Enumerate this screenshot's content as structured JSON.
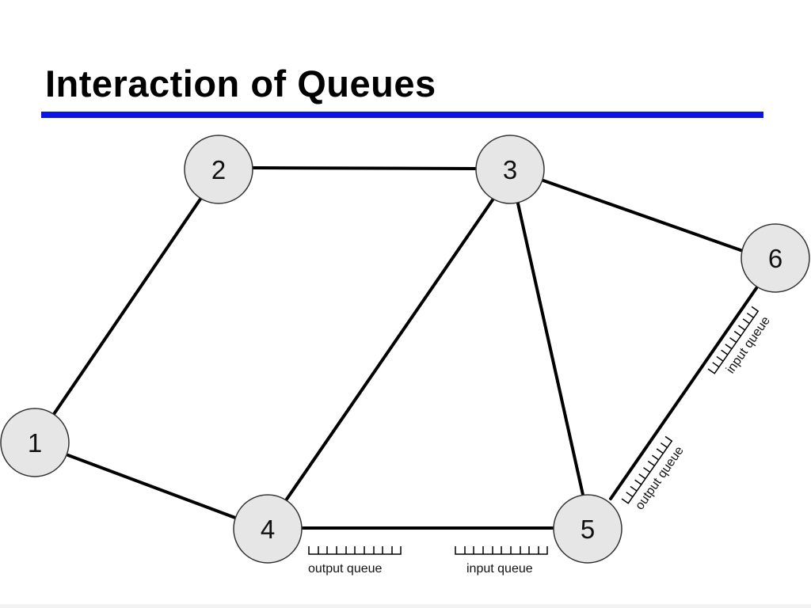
{
  "slide": {
    "title": "Interaction of Queues",
    "accent_color": "#0a14e6"
  },
  "diagram": {
    "nodes": [
      {
        "id": "1",
        "label": "1"
      },
      {
        "id": "2",
        "label": "2"
      },
      {
        "id": "3",
        "label": "3"
      },
      {
        "id": "4",
        "label": "4"
      },
      {
        "id": "5",
        "label": "5"
      },
      {
        "id": "6",
        "label": "6"
      }
    ],
    "edges": [
      {
        "from": "1",
        "to": "2"
      },
      {
        "from": "2",
        "to": "3"
      },
      {
        "from": "1",
        "to": "4"
      },
      {
        "from": "3",
        "to": "4"
      },
      {
        "from": "3",
        "to": "5"
      },
      {
        "from": "3",
        "to": "6"
      },
      {
        "from": "4",
        "to": "5"
      },
      {
        "from": "5",
        "to": "6"
      }
    ],
    "queues": [
      {
        "label": "output queue",
        "link": "4-5",
        "at": "4"
      },
      {
        "label": "input queue",
        "link": "4-5",
        "at": "5"
      },
      {
        "label": "output queue",
        "link": "5-6",
        "at": "5"
      },
      {
        "label": "input queue",
        "link": "5-6",
        "at": "6"
      }
    ],
    "node_fill": "#e6e6e6",
    "node_stroke": "#333333"
  }
}
